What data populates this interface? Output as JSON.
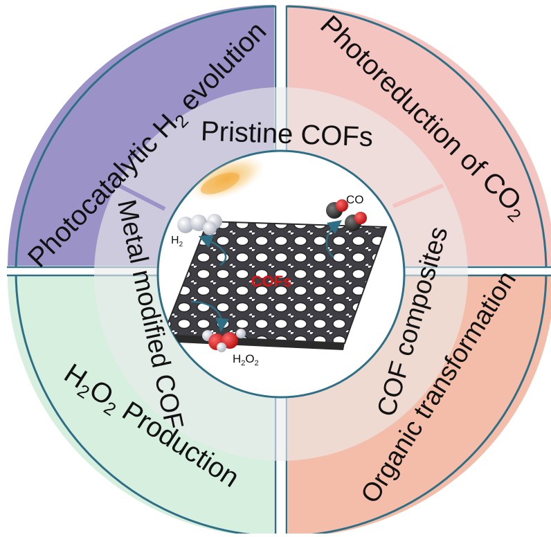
{
  "diagram": {
    "colors": {
      "top_left": "#9b93c8",
      "top_right": "#f3c4c0",
      "bottom_left": "#d6efdf",
      "bottom_right": "#f3bda9",
      "middle_ring": "#ececec",
      "divider": "#2f6f86",
      "center_label": "#e01010"
    },
    "outer": {
      "top_left": {
        "pre": "Photocatalytic H",
        "sub": "2",
        "post": " evolution"
      },
      "top_right": {
        "pre": "Photoreduction of CO",
        "sub": "2",
        "post": ""
      },
      "bottom_left": {
        "pre": "H",
        "sub1": "2",
        "mid": "O",
        "sub2": "2",
        "post": " Production"
      },
      "bottom_right": {
        "text": "Organic transformation"
      }
    },
    "middle": {
      "top": "Pristine COFs",
      "left": "Metal modified COF",
      "right": "COF composites"
    },
    "center": {
      "label": "COFs",
      "h2_label": {
        "pre": "H",
        "sub": "2"
      },
      "co_label": "CO",
      "h2o2_label": {
        "pre": "H",
        "sub1": "2",
        "mid": "O",
        "sub2": "2"
      }
    }
  }
}
